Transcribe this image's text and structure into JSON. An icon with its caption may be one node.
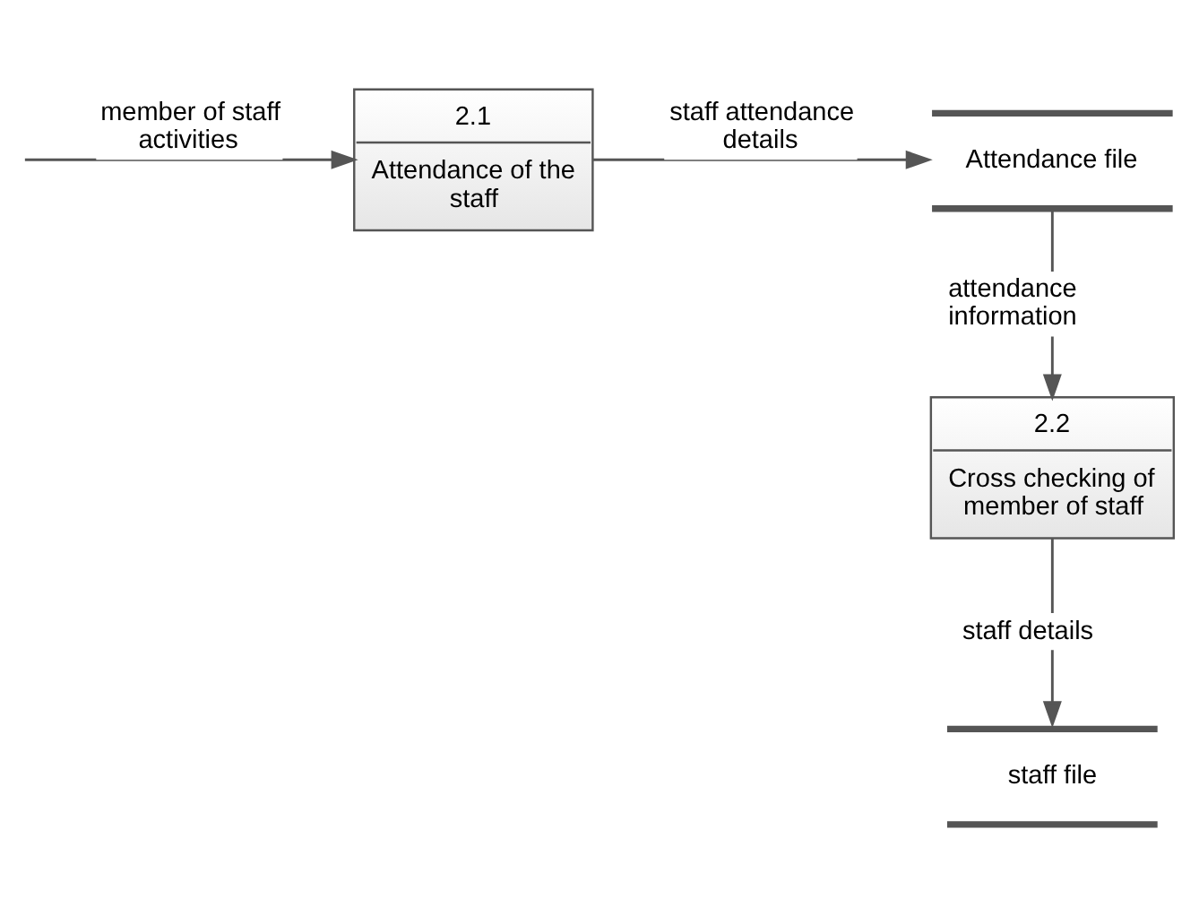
{
  "diagram": {
    "nodes": [
      {
        "text": [
          "2.1",
          "Attendance of the staff"
        ]
      },
      {
        "text": [
          "Attendance file"
        ]
      },
      {
        "text": [
          "2.2",
          "Cross checking of member of staff"
        ]
      },
      {
        "text": [
          "staff file"
        ]
      }
    ],
    "edges": [
      {
        "from": null,
        "to": 0,
        "arrow": "to",
        "label": "member of staff activities"
      },
      {
        "from": 0,
        "to": 1,
        "arrow": "to",
        "label": "staff attendance details"
      },
      {
        "from": 1,
        "to": 2,
        "arrow": "to",
        "label": "attendance information"
      },
      {
        "from": 2,
        "to": 3,
        "arrow": "to",
        "label": "staff details"
      }
    ]
  }
}
